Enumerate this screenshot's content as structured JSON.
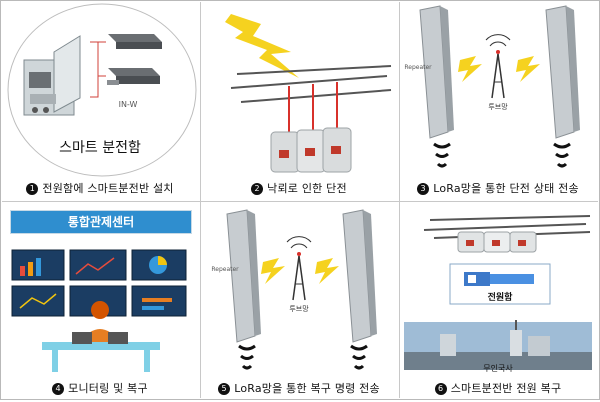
{
  "panels": [
    {
      "number": "❶",
      "caption": "전원함에 스마트분전반 설치",
      "circle_label": "스마트 분전함",
      "small_label": "IN-W"
    },
    {
      "number": "❷",
      "caption": "낙뢰로 인한 단전"
    },
    {
      "number": "❸",
      "caption": "LoRa망을 통한 단전 상태 전송",
      "repeater_label": "Repeater",
      "tower_label": "투브망"
    },
    {
      "number": "❹",
      "caption": "모니터링 및 복구",
      "center_title": "통합관제센터"
    },
    {
      "number": "❺",
      "caption": "LoRa망을 통한 복구 명령 전송",
      "repeater_label": "Repeater",
      "tower_label": "투브망"
    },
    {
      "number": "❻",
      "caption": "스마트분전반 전원 복구",
      "box_label": "전원함",
      "station_label": "무인국사"
    }
  ],
  "colors": {
    "bolt": "#f5d21f",
    "center_title_bg": "#2f8ecf",
    "monitor_bg": "#1b3d63",
    "desk": "#7fd0e6",
    "text": "#111111"
  }
}
